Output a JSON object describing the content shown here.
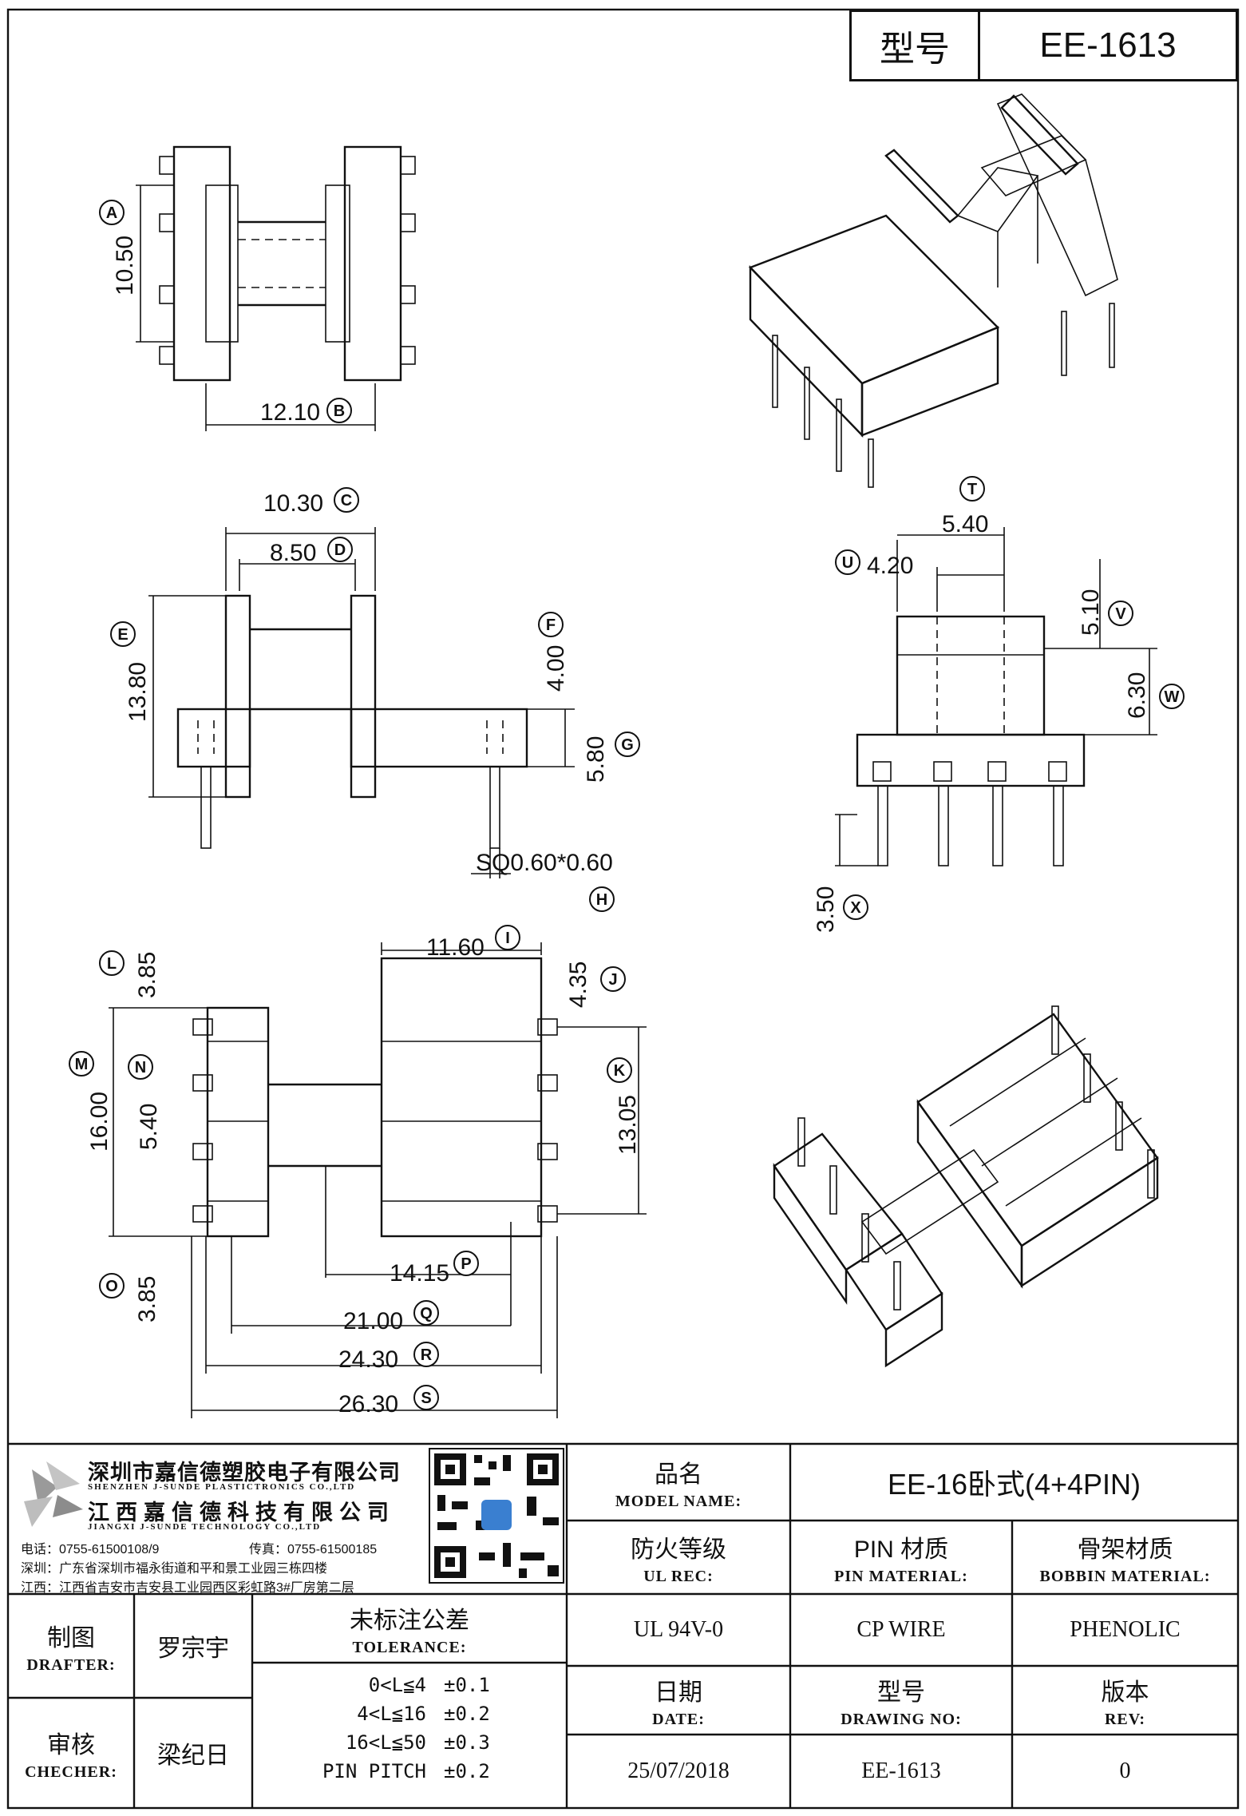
{
  "title_block_top": {
    "label": "型号",
    "value": "EE-1613"
  },
  "company": {
    "name_cn_1": "深圳市嘉信德塑胶电子有限公司",
    "name_en_1": "SHENZHEN J-SUNDE PLASTICTRONICS CO.,LTD",
    "name_cn_2": "江西嘉信德科技有限公司",
    "name_en_2": "JIANGXI J-SUNDE TECHNOLOGY CO.,LTD",
    "phone": "电话：0755-61500108/9",
    "fax": "传真：0755-61500185",
    "addr_sz": "深圳：广东省深圳市福永街道和平和景工业园三栋四楼",
    "addr_jx": "江西：江西省吉安市吉安县工业园西区彩虹路3#厂房第二层"
  },
  "fields": {
    "model_name_cn": "品名",
    "model_name_en": "MODEL NAME:",
    "model_name_val": "EE-16卧式(4+4PIN)",
    "ul_cn": "防火等级",
    "ul_en": "UL REC:",
    "ul_val": "UL 94V-0",
    "pin_cn": "PIN 材质",
    "pin_en": "PIN MATERIAL:",
    "pin_val": "CP WIRE",
    "bobbin_cn": "骨架材质",
    "bobbin_en": "BOBBIN MATERIAL:",
    "bobbin_val": "PHENOLIC",
    "date_cn": "日期",
    "date_en": "DATE:",
    "date_val": "25/07/2018",
    "dwg_cn": "型号",
    "dwg_en": "DRAWING NO:",
    "dwg_val": "EE-1613",
    "rev_cn": "版本",
    "rev_en": "REV:",
    "rev_val": "0",
    "drafter_cn": "制图",
    "drafter_en": "DRAFTER:",
    "drafter_val": "罗宗宇",
    "checker_cn": "审核",
    "checker_en": "CHECHER:",
    "checker_val": "梁纪日",
    "tol_cn": "未标注公差",
    "tol_en": "TOLERANCE:"
  },
  "tolerances": [
    {
      "range": "0<L≦4",
      "tol": "±0.1"
    },
    {
      "range": "4<L≦16",
      "tol": "±0.2"
    },
    {
      "range": "16<L≦50",
      "tol": "±0.3"
    },
    {
      "range": "PIN PITCH",
      "tol": "±0.2"
    }
  ],
  "dimensions": {
    "A": "10.50",
    "B": "12.10",
    "C": "10.30",
    "D": "8.50",
    "E": "13.80",
    "F": "4.00",
    "G": "5.80",
    "H": "SQ0.60*0.60",
    "I": "11.60",
    "J": "4.35",
    "K": "13.05",
    "L": "3.85",
    "M": "16.00",
    "N": "5.40",
    "O": "3.85",
    "P": "14.15",
    "Q": "21.00",
    "R": "24.30",
    "S": "26.30",
    "T": "5.40",
    "U": "4.20",
    "V": "5.10",
    "W": "6.30",
    "X": "3.50"
  },
  "letters": [
    "A",
    "B",
    "C",
    "D",
    "E",
    "F",
    "G",
    "H",
    "I",
    "J",
    "K",
    "L",
    "M",
    "N",
    "O",
    "P",
    "Q",
    "R",
    "S",
    "T",
    "U",
    "V",
    "W",
    "X"
  ]
}
